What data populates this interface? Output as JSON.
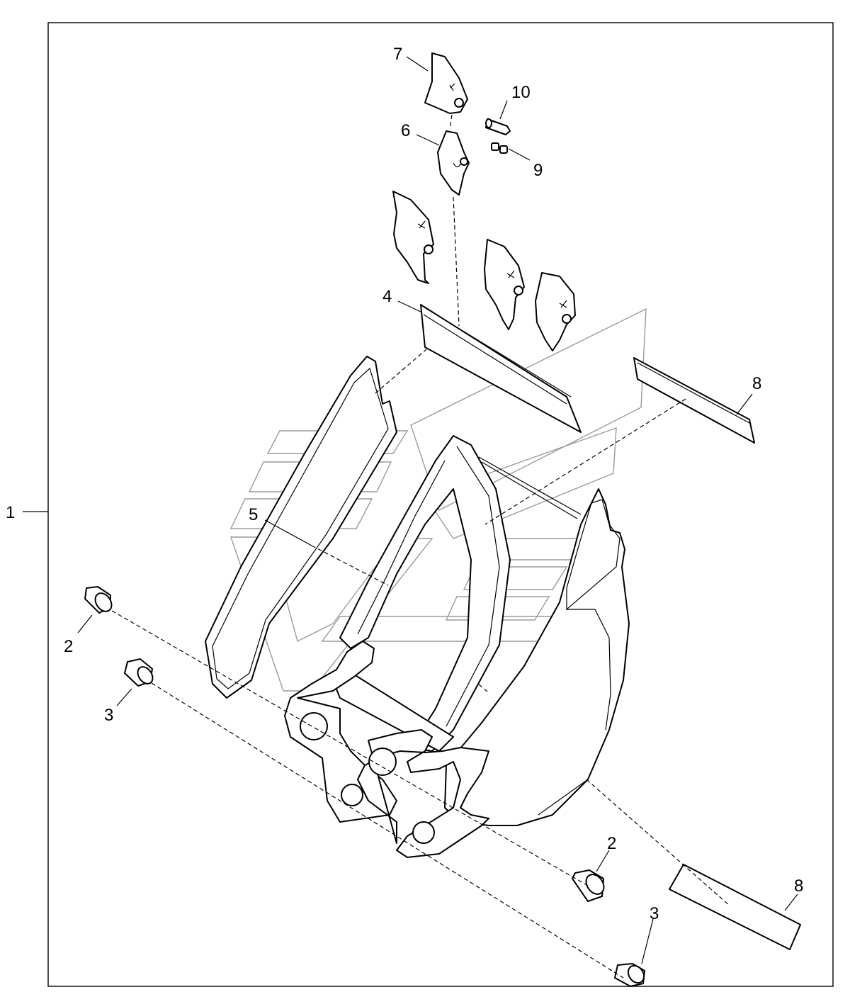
{
  "callouts": {
    "c1": "1",
    "c2a": "2",
    "c2b": "2",
    "c3a": "3",
    "c3b": "3",
    "c4": "4",
    "c5": "5",
    "c6": "6",
    "c7": "7",
    "c8a": "8",
    "c8b": "8",
    "c9": "9",
    "c10": "10"
  }
}
